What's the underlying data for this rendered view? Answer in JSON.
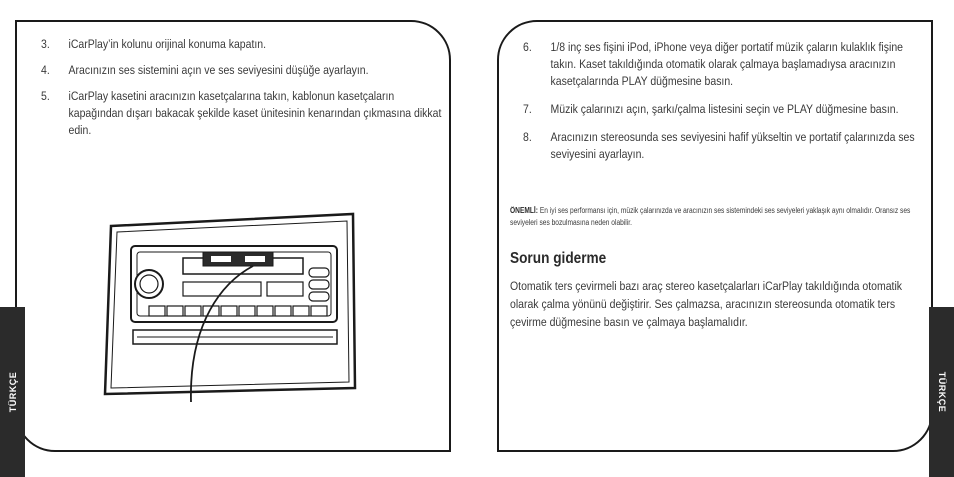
{
  "left_page": {
    "steps": [
      {
        "num": "3.",
        "text": "iCarPlay’in kolunu orijinal konuma kapatın."
      },
      {
        "num": "4.",
        "text": "Aracınızın ses sistemini açın ve ses seviyesini düşüğe ayarlayın."
      },
      {
        "num": "5.",
        "text": "iCarPlay kasetini aracınızın kasetçalarına takın, kablonun kasetçaların kapağından dışarı bakacak şekilde kaset ünitesinin kenarından çıkmasına dikkat edin."
      }
    ],
    "side_tab": "TÜRKÇE"
  },
  "right_page": {
    "steps": [
      {
        "num": "6.",
        "text": "1/8 inç ses fişini iPod, iPhone veya diğer portatif müzik çaların kulaklık fişine takın. Kaset takıldığında otomatik olarak çalmaya başlamadıysa aracınızın kasetçalarında PLAY düğmesine basın."
      },
      {
        "num": "7.",
        "text": "Müzik çalarınızı açın, şarkı/çalma listesini seçin ve PLAY düğmesine basın."
      },
      {
        "num": "8.",
        "text": "Aracınızın stereosunda ses seviyesini hafif yükseltin ve portatif çalarınızda ses seviyesini ayarlayın."
      }
    ],
    "note_label": "ÖNEMLİ:",
    "note_text": "En iyi ses performansı için, müzik çalarınızda ve aracınızın ses sistemindeki ses seviyeleri yaklaşık aynı olmalıdır. Oransız ses seviyeleri ses bozulmasına neden olabilir.",
    "heading": "Sorun giderme",
    "body": "Otomatik ters çevirmeli bazı araç stereo kasetçalarları iCarPlay takıldığında otomatik olarak çalma yönünü değiştirir. Ses çalmazsa, aracınızın stereosunda otomatik ters çevirme düğmesine basın ve çalmaya başlamalıdır.",
    "side_tab": "TÜRKÇE"
  }
}
